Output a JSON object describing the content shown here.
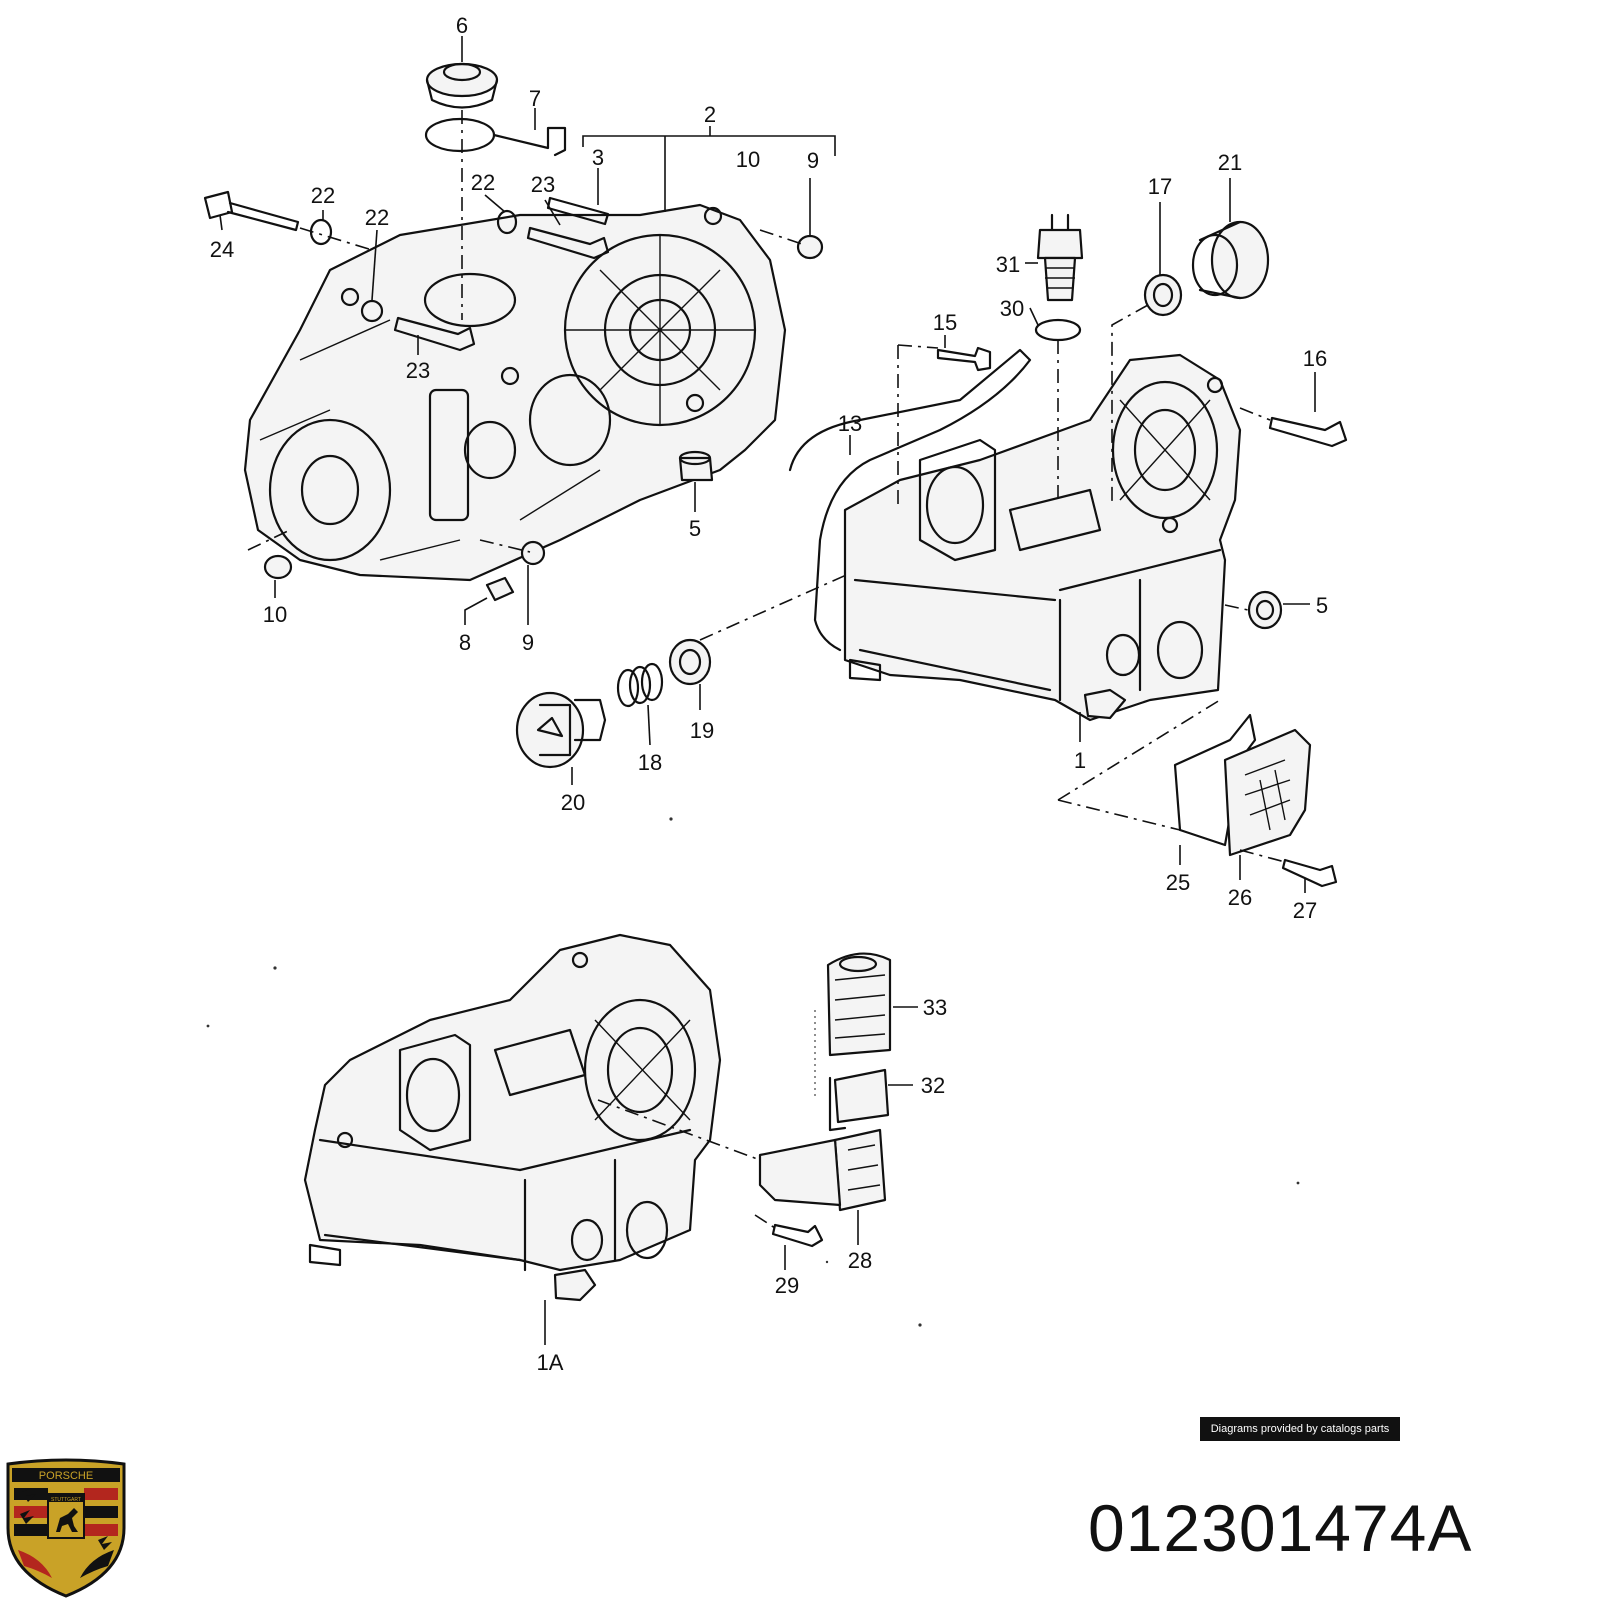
{
  "diagram": {
    "callouts": [
      "6",
      "7",
      "2",
      "3",
      "10",
      "9",
      "22",
      "23",
      "24",
      "22",
      "23",
      "5",
      "10",
      "8",
      "9",
      "17",
      "21",
      "31",
      "30",
      "15",
      "16",
      "13",
      "5",
      "1",
      "18",
      "19",
      "20",
      "25",
      "26",
      "27",
      "33",
      "32",
      "28",
      "29",
      "1A"
    ]
  },
  "credit": "Diagrams provided by catalogs parts",
  "part_number": "012301474A",
  "logo": {
    "brand": "PORSCHE",
    "city": "STUTTGART",
    "colors": {
      "gold": "#c9a227",
      "red": "#b3261e",
      "black": "#111111"
    }
  }
}
